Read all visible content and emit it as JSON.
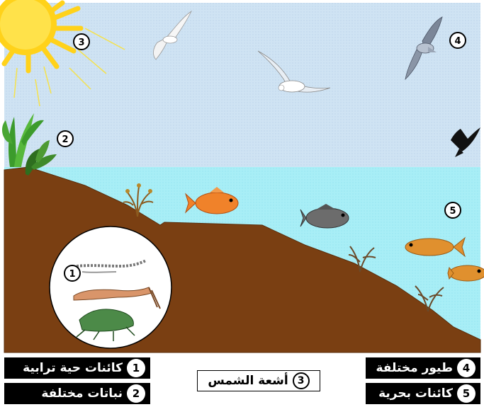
{
  "scene_markers": [
    "1",
    "2",
    "3",
    "4",
    "5"
  ],
  "legend": {
    "item1": {
      "number": "1",
      "text": "كائنات حية ترابية"
    },
    "item2": {
      "number": "2",
      "text": "نباتات مختلفة"
    },
    "item3": {
      "number": "3",
      "text": "أشعة الشمس"
    },
    "item4": {
      "number": "4",
      "text": "طيور مختلفة"
    },
    "item5": {
      "number": "5",
      "text": "كائنات بحرية"
    }
  },
  "colors": {
    "sky": "#cfe3f3",
    "water": "#a8eef6",
    "soil": "#7a3f12",
    "sun": "#ffd21a"
  }
}
